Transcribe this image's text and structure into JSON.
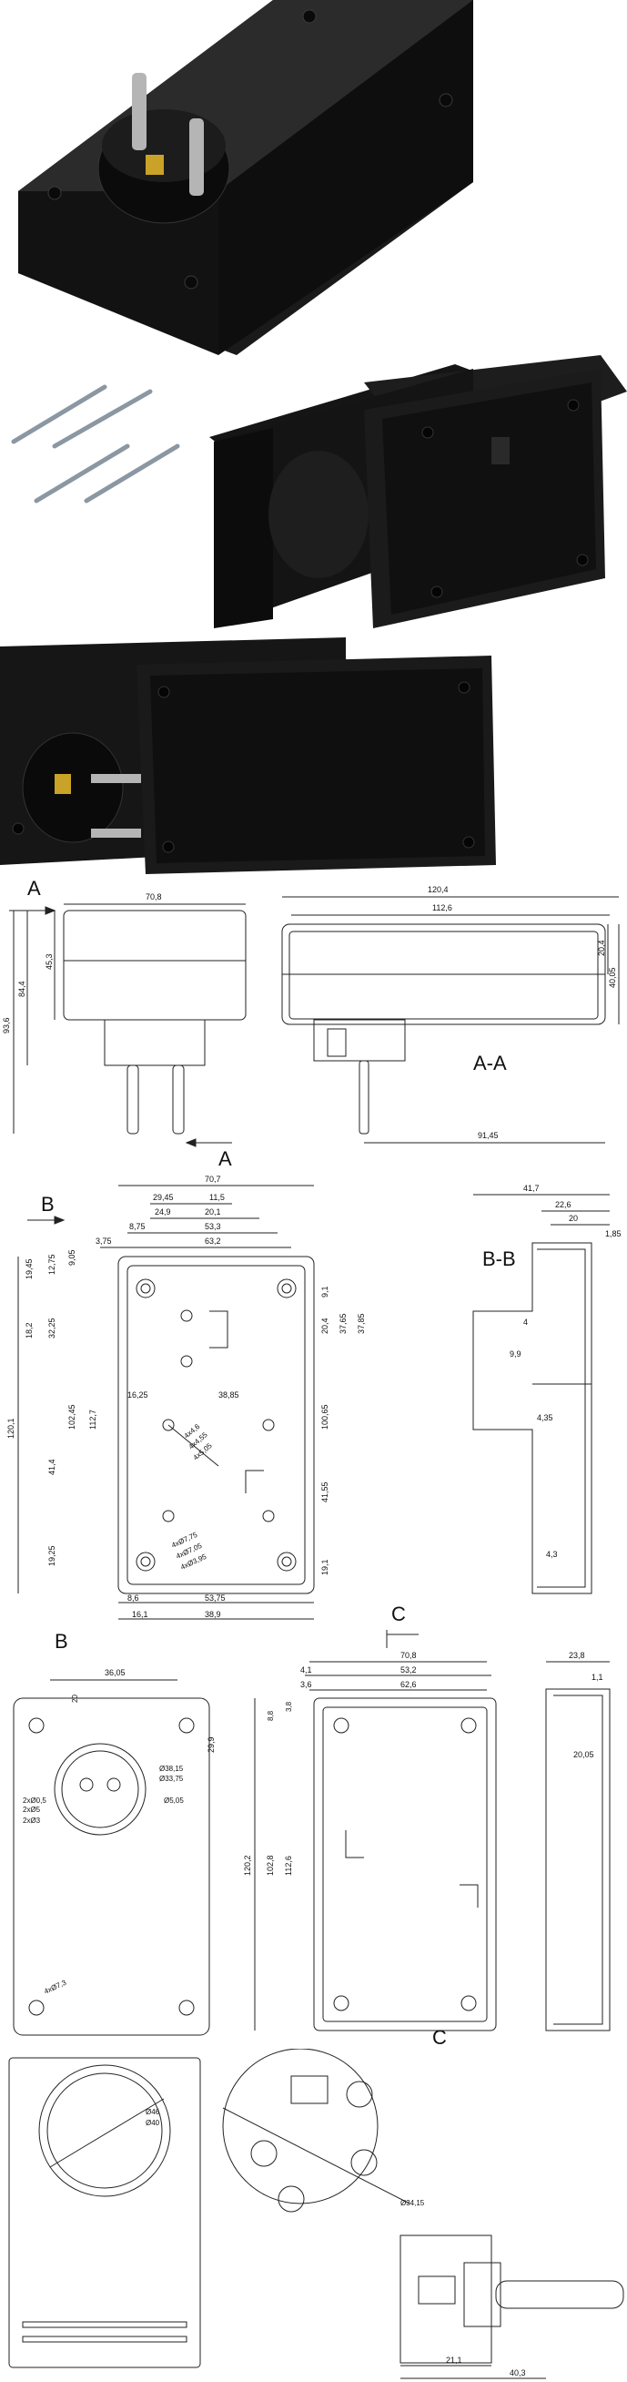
{
  "photos": {
    "alt_photo1": "enclosure-with-plug",
    "alt_photo2": "enclosure-two-halves",
    "alt_photo3": "enclosure-open-rear"
  },
  "drawing1": {
    "view_label_a_top": "A",
    "view_label_a_bottom": "A",
    "section_label": "A-A",
    "dims": {
      "w_70_8": "70,8",
      "h_84_4": "84,4",
      "h_93_6": "93,6",
      "h_45_3": "45,3",
      "w_120_4": "120,4",
      "w_112_6": "112,6",
      "h_20_4": "20,4",
      "h_40_05": "40,05",
      "w_91_45": "91,45"
    }
  },
  "drawing2": {
    "view_label_b_top": "B",
    "view_label_b_bottom": "B",
    "view_label_c": "C",
    "section_label": "B-B",
    "dims": {
      "w_70_7": "70,7",
      "w_29_45": "29,45",
      "w_11_5": "11,5",
      "w_24_9": "24,9",
      "w_20_1": "20,1",
      "w_8_75": "8,75",
      "w_53_3": "53,3",
      "w_3_75": "3,75",
      "w_63_2": "63,2",
      "h_19_45": "19,45",
      "h_12_75": "12,75",
      "h_9_05": "9,05",
      "h_18_2": "18,2",
      "h_32_25": "32,25",
      "h_9_1": "9,1",
      "h_20_4": "20,4",
      "h_37_65": "37,65",
      "h_37_85": "37,85",
      "h_120_1": "120,1",
      "h_102_45": "102,45",
      "h_112_7": "112,7",
      "h_41_4": "41,4",
      "h_19_25": "19,25",
      "w_16_25": "16,25",
      "w_38_85": "38,85",
      "hole_4x4_6": "4x4,6",
      "hole_4x4_55": "4x4,55",
      "hole_4x5_05": "4x5,05",
      "h_100_65": "100,65",
      "h_41_55": "41,55",
      "hole_4x7_75": "4xØ7,75",
      "hole_4x7_05": "4xØ7,05",
      "hole_4x3_95": "4xØ3,95",
      "h_19_1": "19,1",
      "w_8_6": "8,6",
      "w_53_75": "53,75",
      "w_16_1": "16,1",
      "w_38_9": "38,9",
      "s_41_7": "41,7",
      "s_22_6": "22,6",
      "s_20": "20",
      "s_1_85": "1,85",
      "s_4": "4",
      "s_9_9": "9,9",
      "s_4_35": "4,35",
      "s_4_3": "4,3"
    }
  },
  "drawing3": {
    "view_label_c": "C",
    "dims": {
      "w_36_05": "36,05",
      "h_29_9": "29,9",
      "d_38_15": "Ø38,15",
      "d_33_75": "Ø33,75",
      "d_5_05": "Ø5,05",
      "h_2x0_5": "2xØ0,5",
      "h_2x5_5": "2xØ5",
      "h_2x3": "2xØ3",
      "h_4x3_3": "4xØ7,3",
      "s_20": "20",
      "w_70_8": "70,8",
      "w_4_1": "4,1",
      "w_53_2": "53,2",
      "w_3_6": "3,6",
      "w_62_6": "62,6",
      "h_8_8": "8,8",
      "h_3_8": "3,8",
      "h_120_2": "120,2",
      "h_102_8": "102,8",
      "h_112_6": "112,6",
      "s_23_8": "23,8",
      "s_1_1": "1,1",
      "s_20_05": "20,05"
    }
  },
  "drawing4": {
    "dims": {
      "d_46": "Ø46",
      "d_40": "Ø40",
      "d_34_15": "Ø34,15",
      "w_21_1": "21,1",
      "w_40_3": "40,3"
    }
  }
}
